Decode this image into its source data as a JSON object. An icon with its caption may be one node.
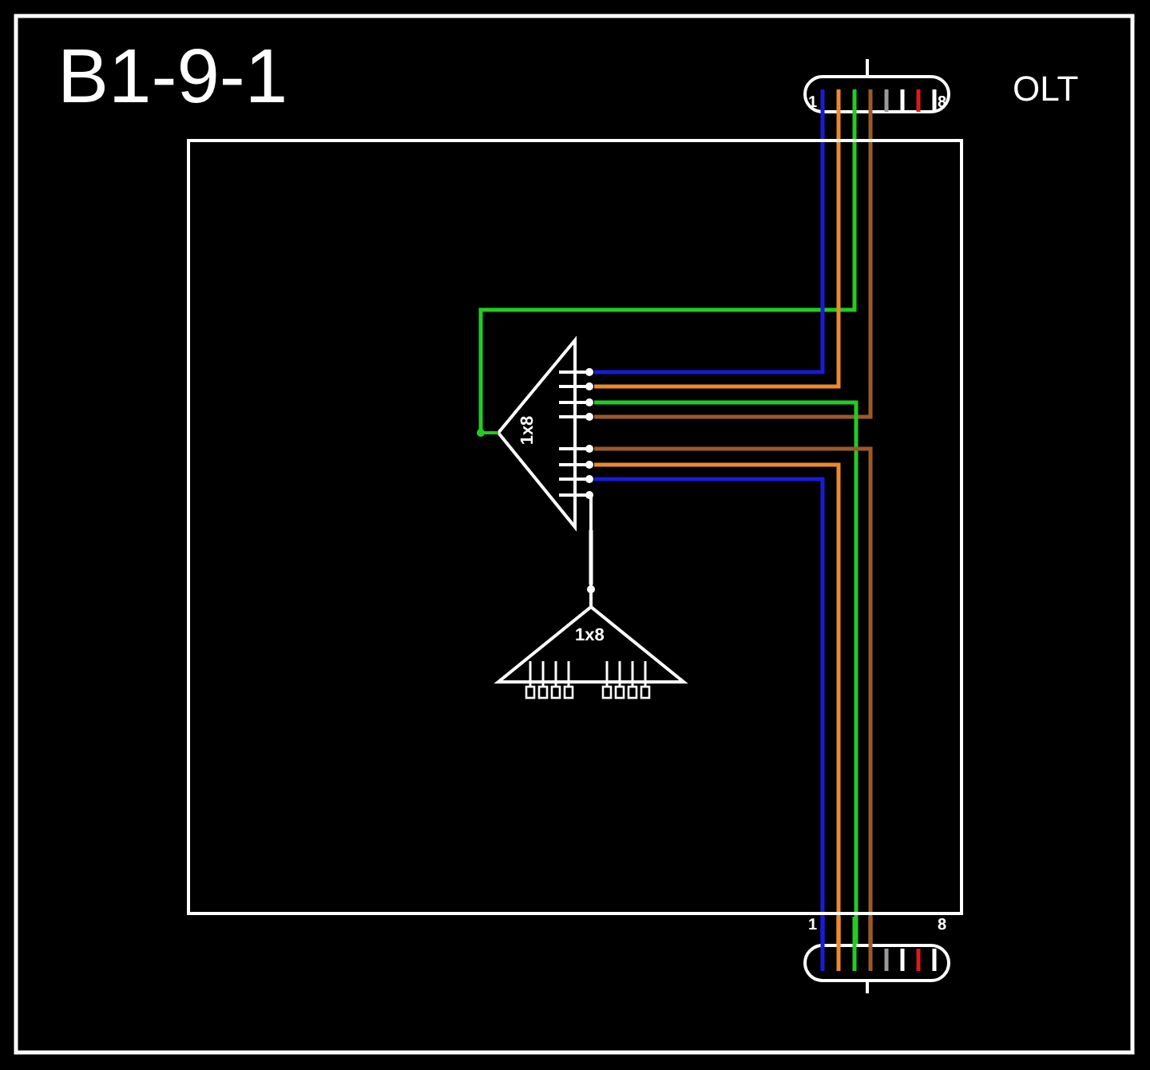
{
  "diagram": {
    "title": "B1-9-1",
    "nodes": [
      {
        "text": [
          "1",
          "8"
        ]
      },
      {
        "text": [],
        "shape": "box"
      },
      {
        "text": [
          "1x8"
        ],
        "in": 1
      },
      {
        "text": [
          "1x8"
        ],
        "in": 1
      },
      {
        "text": [
          "1",
          "8"
        ]
      }
    ],
    "edges": [
      {
        "from": 0,
        "to": 2,
        "arrow": "none",
        "color": "#22cc22"
      },
      {
        "from": 0,
        "to": 2,
        "arrow": "none",
        "color": "#1a1ad8"
      },
      {
        "from": 0,
        "to": 2,
        "arrow": "none",
        "color": "#ee8a2a"
      },
      {
        "from": 0,
        "to": 2,
        "arrow": "none",
        "color": "#9a5a28"
      },
      {
        "from": 2,
        "to": 4,
        "arrow": "none",
        "color": "#22cc22"
      },
      {
        "from": 2,
        "to": 4,
        "arrow": "none",
        "color": "#9a5a28"
      },
      {
        "from": 2,
        "to": 4,
        "arrow": "none",
        "color": "#ee8a2a"
      },
      {
        "from": 2,
        "to": 4,
        "arrow": "none",
        "color": "#1a1ad8"
      },
      {
        "from": 2,
        "to": 3,
        "arrow": "none",
        "color": "#ffffff"
      }
    ],
    "labels": [
      "OLT"
    ]
  }
}
